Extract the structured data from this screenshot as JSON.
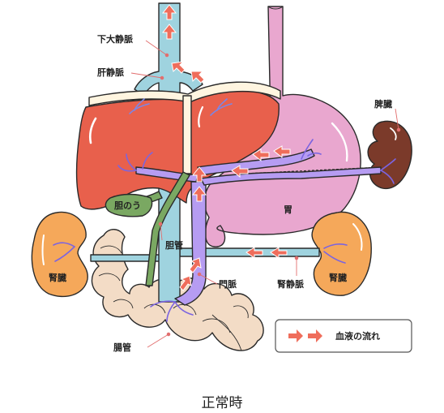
{
  "labels": {
    "ivc": "下大静脈",
    "hepatic_vein": "肝静脈",
    "spleen": "脾臓",
    "gallbladder": "胆のう",
    "stomach": "胃",
    "bile_duct": "胆管",
    "kidney_left": "腎臓",
    "kidney_right": "腎臓",
    "renal_vein": "腎静脈",
    "portal_vein": "門脈",
    "intestine": "腸管"
  },
  "legend": {
    "text": "血液の流れ"
  },
  "caption": "正常時",
  "colors": {
    "liver": "#e8604c",
    "stomach": "#e9a7cf",
    "spleen": "#7b3a2a",
    "kidney": "#f5a85a",
    "intestine": "#f3dcc6",
    "ivc": "#9fd3df",
    "portal": "#b69cf2",
    "bile": "#7aa862",
    "arrow": "#ef6d5b"
  }
}
